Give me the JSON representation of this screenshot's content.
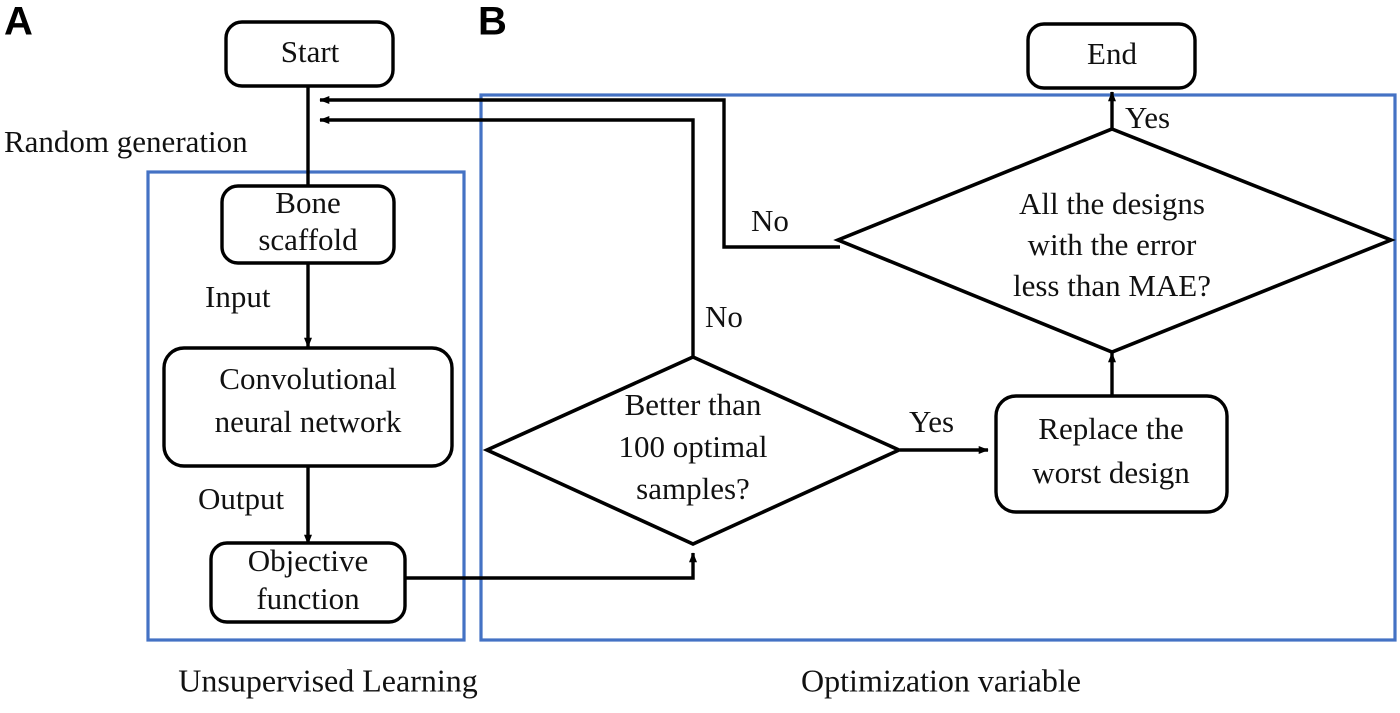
{
  "figure": {
    "type": "flowchart",
    "background": "#ffffff",
    "line_color": "#000000",
    "group_box_color": "#4472C4"
  },
  "panels": [
    {
      "letter": "A",
      "caption": "Unsupervised Learning"
    },
    {
      "letter": "B",
      "caption": "Optimization variable"
    }
  ],
  "nodes": {
    "start": {
      "label": "Start",
      "shape": "rounded-rect"
    },
    "bone_scaffold": {
      "line1": "Bone",
      "line2": "scaffold",
      "shape": "rounded-rect"
    },
    "cnn": {
      "line1": "Convolutional",
      "line2": "neural network",
      "shape": "rounded-rect"
    },
    "objective_function": {
      "line1": "Objective",
      "line2": "function",
      "shape": "rounded-rect"
    },
    "better_than_samples": {
      "line1": "Better than",
      "line2": "100 optimal",
      "line3": "samples?",
      "shape": "diamond"
    },
    "replace_worst_design": {
      "line1": "Replace the",
      "line2": "worst design",
      "shape": "rounded-rect"
    },
    "all_designs_mae": {
      "line1": "All the designs",
      "line2": "with the error",
      "line3": "less than MAE?",
      "shape": "diamond"
    },
    "end": {
      "label": "End",
      "shape": "rounded-rect"
    }
  },
  "edge_labels": {
    "random_generation": "Random generation",
    "input": "Input",
    "output": "Output",
    "no_from_samples": "No",
    "no_from_mae": "No",
    "yes_to_replace": "Yes",
    "yes_to_end": "Yes"
  }
}
